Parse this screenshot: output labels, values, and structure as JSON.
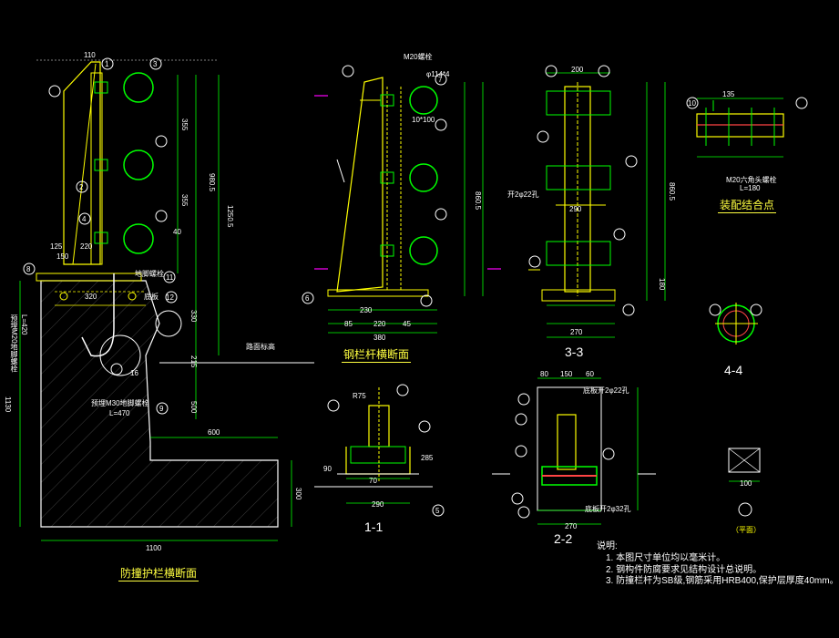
{
  "titles": {
    "main_section": "防撞护栏横断面",
    "rail_section": "钢栏杆横断面",
    "assembly": "装配结合点",
    "plan": "（平面）",
    "sec_1_1": "1-1",
    "sec_2_2": "2-2",
    "sec_3_3": "3-3",
    "sec_4_4": "4-4"
  },
  "notes": {
    "heading": "说明:",
    "line1": "1. 本图尺寸单位均以毫米计。",
    "line2": "2. 钢构件防腐要求见结构设计总说明。",
    "line3": "3. 防撞栏杆为SB级,钢筋采用HRB400,保护层厚度40mm。"
  },
  "labels": {
    "road_surface": "路面标高",
    "m20_bolt": "M20螺栓",
    "m20_hex": "M20六角头螺栓",
    "l180": "L=180",
    "m30_bolt": "预埋M30地脚螺栓",
    "l470": "L=470",
    "m20_embed": "预埋M20地脚螺栓",
    "l420": "L=420",
    "hole_top": "底板开2φ22孔",
    "hole_bottom": "底板开2φ32孔",
    "hole_side": "开2φ22孔",
    "pipe_spec": "φ114*4",
    "pipe_spec2": "10*100",
    "anchor_bolt": "地脚螺栓",
    "plate": "底板",
    "cap_dim": "R75"
  },
  "dims": {
    "total_width": "1100",
    "base_height": "1130",
    "step_w": "600",
    "step_h": "300",
    "top_w": "110",
    "h1": "980.5",
    "h2": "1250.5",
    "s355": "355",
    "s330": "330",
    "s500": "500",
    "s215": "215",
    "d320": "320",
    "d220": "220",
    "d125": "125",
    "d150": "150",
    "d230": "230",
    "d85": "85",
    "d45": "45",
    "d380": "380",
    "d290": "290",
    "d270": "270",
    "d200": "200",
    "d180": "180",
    "d860": "860.5",
    "d70": "70",
    "d80": "80",
    "d60": "60",
    "d135": "135",
    "d100": "100",
    "d40": "40",
    "d16": "16",
    "d285": "285",
    "d90": "90"
  },
  "callouts": [
    "1",
    "2",
    "3",
    "4",
    "5",
    "6",
    "7",
    "8",
    "9",
    "10",
    "11",
    "12"
  ],
  "colors": {
    "background": "#000000",
    "concrete": "#ffffff",
    "steel": "#ffff00",
    "dimension": "#00ff00",
    "callout": "#00ff00",
    "pipe": "#00ff00",
    "section_mark": "#ff00ff",
    "red": "#ff4040"
  }
}
